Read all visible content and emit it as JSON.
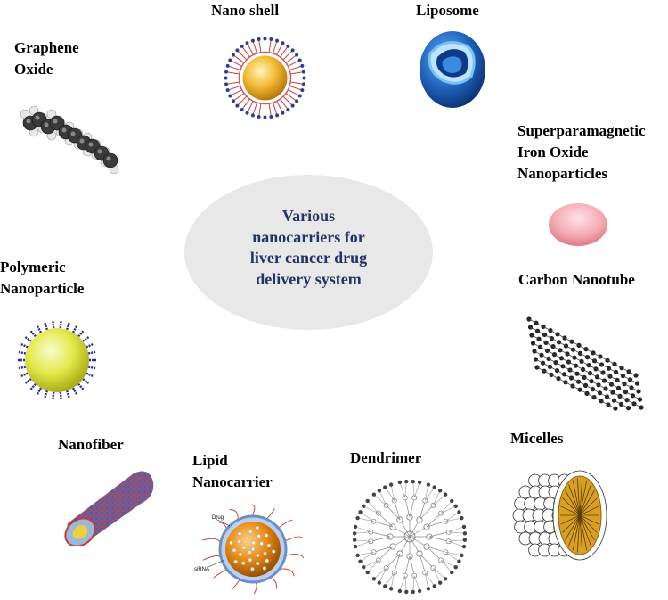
{
  "center": {
    "lines": [
      "Various",
      "nanocarriers for",
      "liver cancer drug",
      "delivery system"
    ]
  },
  "nodes": {
    "nano_shell": "Nano shell",
    "liposome": "Liposome",
    "graphene_oxide": [
      "Graphene",
      "Oxide"
    ],
    "spion": [
      "Superparamagnetic",
      "Iron Oxide",
      "Nanoparticles"
    ],
    "polymeric": [
      "Polymeric",
      "Nanoparticle"
    ],
    "carbon_nanotube": "Carbon Nanotube",
    "nanofiber": "Nanofiber",
    "lipid_nanocarrier": [
      "Lipid",
      "Nanocarrier"
    ],
    "dendrimer": "Dendrimer",
    "micelles": "Micelles"
  },
  "figure_labels": {
    "drug": "Drug",
    "sirna": "siRNA"
  },
  "colors": {
    "center_text": "#1f3566",
    "center_fill": "#e8e8e8",
    "gold": "#f2b830",
    "liposome_blue": "#1d5fb8",
    "spion_pink": "#f4a8b0",
    "polymeric_yellow": "#e3e84a",
    "lipid_orange": "#e88a10",
    "micelle_gold": "#d9a022"
  }
}
